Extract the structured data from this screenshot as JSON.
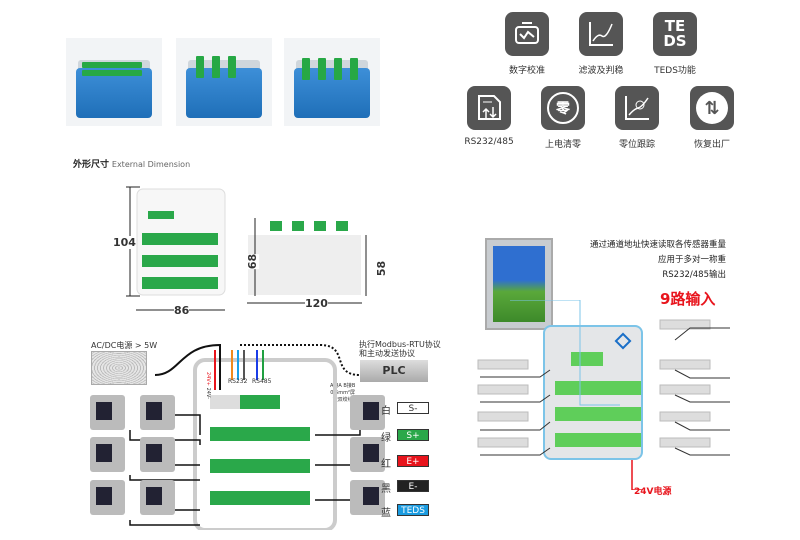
{
  "features": [
    {
      "label": "数字校准",
      "icon": "digital-calibration-icon"
    },
    {
      "label": "滤波及判稳",
      "icon": "filter-curve-icon"
    },
    {
      "label": "TEDS功能",
      "icon": "teds-icon",
      "glyph": "TE\nDS"
    },
    {
      "label": "RS232/485",
      "icon": "rs232-485-document-icon"
    },
    {
      "label": "上电清零",
      "icon": "power-on-zero-icon",
      "glyph": "零"
    },
    {
      "label": "零位跟踪",
      "icon": "zero-tracking-icon"
    },
    {
      "label": "恢复出厂",
      "icon": "factory-reset-icon",
      "glyph": "⇅"
    }
  ],
  "dimension": {
    "title": "外形尺寸",
    "title_en": "External Dimension",
    "height": "104",
    "width": "86",
    "side_height": "68",
    "side_body_height": "58",
    "length": "120"
  },
  "wiring": {
    "power": "AC/DC电源 > 5W",
    "protocol_line1": "执行Modbus-RTU协议",
    "protocol_line2": "和主动发送协议",
    "plc": "PLC",
    "cable_note1": "A接A  B接B",
    "cable_note2": "0.5mm²屏",
    "cable_note3": "蔽双绞线",
    "power_terms": [
      "24V+",
      "24V-"
    ],
    "rs232": "RS232",
    "rs485": "RS485",
    "legend": [
      {
        "name": "白",
        "tag": "S-",
        "color": "#ffffff",
        "text": "#333333"
      },
      {
        "name": "绿",
        "tag": "S+",
        "color": "#2aa84a",
        "text": "#ffffff"
      },
      {
        "name": "红",
        "tag": "E+",
        "color": "#e8141c",
        "text": "#ffffff"
      },
      {
        "name": "黑",
        "tag": "E-",
        "color": "#222222",
        "text": "#ffffff"
      },
      {
        "name": "蓝",
        "tag": "TEDS",
        "color": "#1a9be0",
        "text": "#ffffff"
      }
    ]
  },
  "application": {
    "line1": "通过通道地址快速读取各传感器重量",
    "line2": "应用于多对一称重",
    "line3": "RS232/485输出",
    "headline": "9路输入",
    "power_label": "24V电源",
    "accent": "#e8141c"
  }
}
